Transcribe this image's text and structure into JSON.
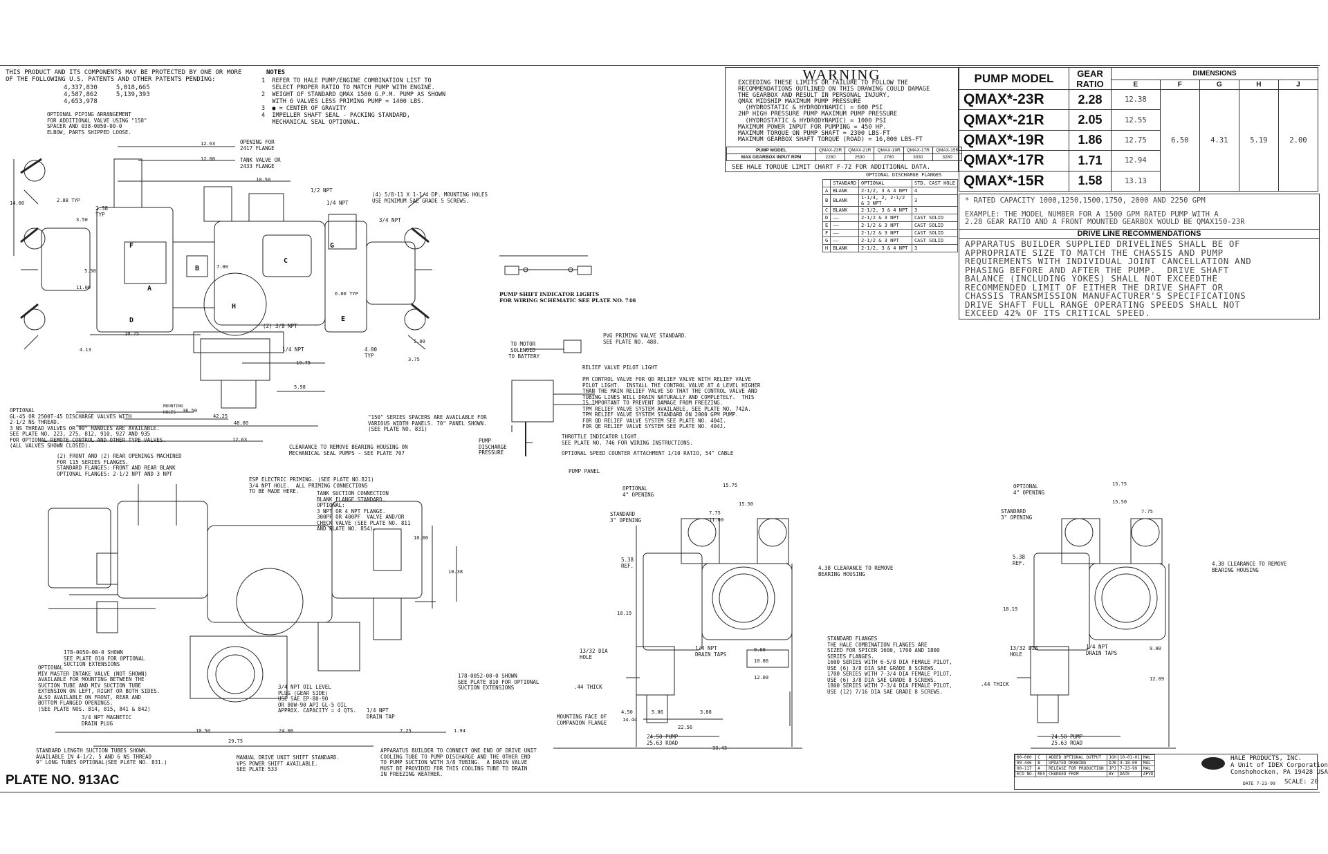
{
  "patent": {
    "text": "THIS PRODUCT AND ITS COMPONENTS MAY BE PROTECTED BY ONE OR MORE\nOF THE FOLLOWING U.S. PATENTS AND OTHER PATENTS PENDING:",
    "numbers": "4,337,830     5,018,665\n4,587,862     5,139,393\n4,653,978"
  },
  "notes": {
    "title": "NOTES",
    "text": "1  REFER TO HALE PUMP/ENGINE COMBINATION LIST TO\n   SELECT PROPER RATIO TO MATCH PUMP WITH ENGINE.\n2  WEIGHT OF STANDARD QMAX 1500 G.P.M. PUMP AS SHOWN\n   WITH 6 VALVES LESS PRIMING PUMP = 1400 LBS.\n3  ● = CENTER OF GRAVITY\n4  IMPELLER SHAFT SEAL - PACKING STANDARD,\n   MECHANICAL SEAL OPTIONAL."
  },
  "warning": {
    "title": "WARNING",
    "text": "EXCEEDING THESE LIMITS OR FAILURE TO FOLLOW THE\nRECOMMENDATIONS OUTLINED ON THIS DRAWING COULD DAMAGE\nTHE GEARBOX AND RESULT IN PERSONAL INJURY.\nQMAX MIDSHIP MAXIMUM PUMP PRESSURE\n  (HYDROSTATIC & HYDRODYNAMIC) = 600 PSI\n2HP HIGH PRESSURE PUMP MAXIMUM PUMP PRESSURE\n  (HYDROSTATIC & HYDRODYNAMIC) = 1000 PSI\nMAXIMUM POWER INPUT FOR PUMPING = 450 HP.\nMAXIMUM TORQUE ON PUMP SHAFT = 2300 LBS-FT\nMAXIMUM GEARBOX SHAFT TORQUE (ROAD) = 16,000 LBS-FT",
    "footer": "SEE HALE TORQUE LIMIT CHART F-72 FOR ADDITIONAL DATA."
  },
  "rpm_table": {
    "headers": [
      "PUMP MODEL",
      "QMAX-23R",
      "QMAX-21R",
      "QMAX-19R",
      "QMAX-17R",
      "QMAX-15R"
    ],
    "row_label": "MAX GEARBOX INPUT RPM",
    "values": [
      "2280",
      "2530",
      "2780",
      "3030",
      "3280"
    ]
  },
  "flanges": {
    "title": "OPTIONAL DISCHARGE FLANGES",
    "headers": [
      "",
      "STANDARD",
      "OPTIONAL",
      "STD. CAST HOLE"
    ],
    "rows": [
      [
        "A",
        "BLANK",
        "2-1/2, 3 & 4 NPT",
        "4"
      ],
      [
        "B",
        "BLANK",
        "1-1/4, 2, 2-1/2\n& 3 NPT",
        "3"
      ],
      [
        "C",
        "BLANK",
        "2-1/2, 3 & 4 NPT",
        "3"
      ],
      [
        "D",
        "——",
        "2-1/2 & 3 NPT",
        "CAST SOLID"
      ],
      [
        "E",
        "——",
        "2-1/2 & 3 NPT",
        "CAST SOLID"
      ],
      [
        "F",
        "——",
        "2-1/2 & 3 NPT",
        "CAST SOLID"
      ],
      [
        "G",
        "——",
        "2-1/2 & 3 NPT",
        "CAST SOLID"
      ],
      [
        "H",
        "BLANK",
        "2-1/2, 3 & 4 NPT",
        "3"
      ]
    ]
  },
  "model_table": {
    "h_model": "PUMP MODEL",
    "h_gear": "GEAR\nRATIO",
    "h_dim": "DIMENSIONS",
    "dim_cols": [
      "E",
      "F",
      "G",
      "H",
      "J"
    ],
    "rows": [
      {
        "model": "QMAX*-23R",
        "gear": "2.28",
        "e": "12.38"
      },
      {
        "model": "QMAX*-21R",
        "gear": "2.05",
        "e": "12.55"
      },
      {
        "model": "QMAX*-19R",
        "gear": "1.86",
        "e": "12.75"
      },
      {
        "model": "QMAX*-17R",
        "gear": "1.71",
        "e": "12.94"
      },
      {
        "model": "QMAX*-15R",
        "gear": "1.58",
        "e": "13.13"
      }
    ],
    "shared": {
      "f": "6.50",
      "g": "4.31",
      "h": "5.19",
      "j": "2.00"
    }
  },
  "rated": "* RATED CAPACITY 1000,1250,1500,1750, 2000 AND 2250 GPM",
  "example": "EXAMPLE: THE MODEL NUMBER FOR A 1500 GPM RATED PUMP WITH A\n2.28 GEAR RATIO AND A FRONT MOUNTED GEARBOX WOULD BE QMAX150-23R",
  "driveline": {
    "title": "DRIVE LINE RECOMMENDATIONS",
    "text": "APPARATUS BUILDER SUPPLIED DRIVELINES SHALL BE OF\nAPPROPRIATE SIZE TO MATCH THE CHASSIS AND PUMP\nREQUIREMENTS WITH INDIVIDUAL JOINT CANCELLATION AND\nPHASING BEFORE AND AFTER THE PUMP.  DRIVE SHAFT\nBALANCE (INCLUDING YOKES) SHALL NOT EXCEEDTHE\nRECOMMENDED LIMIT OF EITHER THE DRIVE SHAFT OR\nCHASSIS TRANSMISSION MANUFACTURER'S SPECIFICATIONS\nDRIVE SHAFT FULL RANGE OPERATING SPEEDS SHALL NOT\nEXCEED 42% OF ITS CRITICAL SPEED."
  },
  "callouts": {
    "piping": "OPTIONAL PIPING ARRANGEMENT\nFOR ADDITIONAL VALVE USING \"158\"\nSPACER AND 038-0050-00-0\nELBOW, PARTS SHIPPED LOOSE.",
    "mounting": "(4) 5/8-11 X 1-1/4 DP. MOUNTING HOLES\nUSE MINIMUM SAE GRADE 5 SCREWS.",
    "discharge": "OPTIONAL\nGL-45 OR 2500T-45 DISCHARGE VALVES WITH\n2-1/2 NS THREAD.\n3 NS THREAD VALVES OR 90° HANDLES ARE AVAILABLE.\nSEE PLATE NO. 223, 275, 812, 910, 927 AND 935\nFOR OPTIONAL REMOTE CONTROL AND OTHER TYPE VALVES.\n(ALL VALVES SHOWN CLOSED).",
    "spacers": "\"150\" SERIES SPACERS ARE AVAILABLE FOR\nVARIOUS WIDTH PANELS. 70\" PANEL SHOWN.\n(SEE PLATE NO. 831)",
    "clearance": "CLEARANCE TO REMOVE BEARING HOUSING ON\nMECHANICAL SEAL PUMPS - SEE PLATE 707",
    "openings": "(2) FRONT AND (2) REAR OPENINGS MACHINED\nFOR 115 SERIES FLANGES.\nSTANDARD FLANGES: FRONT AND REAR BLANK\nOPTIONAL FLANGES: 2-1/2 NPT AND 3 NPT",
    "shift_lights": "PUMP SHIFT INDICATOR LIGHTS\nFOR WIRING SCHEMATIC SEE PLATE NO. 746",
    "pvg": "PVG PRIMING VALVE STANDARD.\nSEE PLATE NO. 480.",
    "relief": "RELIEF VALVE PILOT LIGHT\n\nPM CONTROL VALVE FOR QD RELIEF VALVE WITH RELIEF VALVE\nPILOT LIGHT.  INSTALL THE CONTROL VALVE AT A LEVEL HIGHER\nTHAN THE MAIN RELIEF VALVE SO THAT THE CONTROL VALVE AND\nTUBING LINES WILL DRAIN NATURALLY AND COMPLETELY.  THIS\nIS IMPORTANT TO PREVENT DAMAGE FROM FREEZING.\nTPM RELIEF VALVE SYSTEM AVAILABLE, SEE PLATE NO. 742A.\nTPM RELIEF VALVE SYSTEM STANDARD ON 2000 GPM PUMP.\nFOR QD RELIEF VALVE SYSTEM SEE PLATE NO. 404I.\nFOR QE RELIEF VALVE SYSTEM SEE PLATE NO. 404J.",
    "throttle": "THROTTLE INDICATOR LIGHT.\nSEE PLATE NO. 746 FOR WIRING INSTRUCTIONS.",
    "speed": "OPTIONAL SPEED COUNTER ATTACHMENT 1/10 RATIO, 54\" CABLE",
    "esp": "ESP ELECTRIC PRIMING. (SEE PLATE NO.821)\n3/4 NPT HOLE.  ALL PRIMING CONNECTIONS\nTO BE MADE HERE.",
    "tank_suction": "TANK SUCTION CONNECTION\nBLANK FLANGE STANDARD.\nOPTIONAL:\n3 NPT OR 4 NPT FLANGE.\n300PF OR 400PF  VALVE AND/OR\nCHECK VALVE (SEE PLATE NO. 811\nAND PLATE NO. 854).",
    "suction_tubes": "STANDARD LENGTH SUCTION TUBES SHOWN.\nAVAILABLE IN 4-1/2, 5 AND 6 NS THREAD\n9\" LONG TUBES OPTIONAL(SEE PLATE NO. 831.)",
    "mdv": "OPTIONAL\nMIV MASTER INTAKE VALVE (NOT SHOWN)\nAVAILABLE FOR MOUNTING BETWEEN THE\nSUCTION TUBE AND MIV SUCTION TUBE\nEXTENSION ON LEFT, RIGHT OR BOTH SIDES.\nALSO AVAILABLE ON FRONT, REAR AND\nBOTTOM FLANGED OPENINGS.\n(SEE PLATE NOS. 814, 815, 841 & 842)",
    "magnetic": "3/4 NPT MAGNETIC\nDRAIN PLUG",
    "manual_shift": "MANUAL DRIVE UNIT SHIFT STANDARD.\nVPS POWER SHIFT AVAILABLE.\nSEE PLATE 533",
    "cooling": "APPARATUS BUILDER TO CONNECT ONE END OF DRIVE UNIT\nCOOLING TUBE TO PUMP DISCHARGE AND THE OTHER END\nTO PUMP SUCTION WITH 3/8 TUBING.  A DRAIN VALVE\nMUST BE PROVIDED FOR THIS COOLING TUBE TO DRAIN\nIN FREEZING WEATHER.",
    "oil_level": "3/4 NPT OIL LEVEL\nPLUG (GEAR SIDE)\nUSE SAE EP-80-90\nOR 80W-90 API GL-5 OIL\nAPPROX. CAPACITY = 4 QTS.",
    "tube_2": "178-0052-00-0 SHOWN\nSEE PLATE 810 FOR OPTIONAL\nSUCTION EXTENSIONS",
    "tube_1": "178-0050-00-0 SHOWN\nSEE PLATE 810 FOR OPTIONAL\nSUCTION EXTENSIONS",
    "std_flanges": "STANDARD FLANGES\nTHE HALE COMBINATION FLANGES ARE\nSIZED FOR SPICER 1600, 1700 AND 1800\nSERIES FLANGES.\n1600 SERIES WITH 6-5/8 DIA FEMALE PILOT,\nUSE (6) 3/8 DIA SAE GRADE 8 SCREWS.\n1700 SERIES WITH 7-3/4 DIA FEMALE PILOT,\nUSE (6) 3/8 DIA SAE GRADE 8 SCREWS.\n1800 SERIES WITH 7-3/4 DIA FEMALE PILOT,\nUSE (12) 7/16 DIA SAE GRADE 8 SCREWS.",
    "bearing": "4.38 CLEARANCE TO REMOVE\nBEARING HOUSING"
  },
  "dims": {
    "d1263": "12.63",
    "d1200": "12.00",
    "d1050": "10.50",
    "d288": "2.88 TYP",
    "d238": "2.38\nTYP",
    "d350": "3.50",
    "d1400": "14.00",
    "d550": "5.50",
    "d1100": "11.00",
    "d700": "7.00",
    "d413": "4.13",
    "d1975": "19.75",
    "d598": "5.98",
    "d3650": "36.50",
    "d4225": "42.25",
    "d4800": "48.00",
    "d1263b": "12.63",
    "d400": "4.00\nTYP",
    "d375": "3.75",
    "d500": "5.00",
    "d1075": "10.75",
    "d600": "6.00 TYP",
    "d1000": "10.00",
    "d1038": "10.38",
    "d1050b": "10.50",
    "d2400": "24.00",
    "d2975": "29.75",
    "d725": "7.25",
    "d194": "1.94",
    "d1575": "15.75",
    "d1550": "15.50",
    "d775": "7.75",
    "d1100b": "11.00",
    "d1819": "18.19",
    "d538": "5.38\nREF.",
    "d900": "9.00",
    "d1086": "10.86",
    "d1209": "12.09",
    "d1444": "14.44",
    "d2256": "22.56",
    "d3343": "33.43",
    "d2450": "24.50 PUMP\n25.63 ROAD",
    "d450": "4.50",
    "d506": "5.06",
    "d388": "3.88"
  },
  "labels": {
    "opening_for": "OPENING FOR\n2417 FLANGE",
    "tank_valve": "TANK VALVE OR\n2433 FLANGE",
    "npt_half": "1/2 NPT",
    "npt_quarter": "1/4 NPT",
    "npt_34": "3/4 NPT",
    "npt_38": "(2) 3/8 NPT",
    "npt_14b": "1/4 NPT",
    "mounting_holes": "MOUNTING\nHOLES",
    "to_motor": "TO MOTOR\nSOLENOID",
    "to_battery": "TO BATTERY",
    "pump_pressure": "PUMP\nDISCHARGE\nPRESSURE",
    "pump_panel": "PUMP PANEL",
    "optional4": "OPTIONAL\n4\" OPENING",
    "standard3": "STANDARD\n3\" OPENING",
    "drain_taps": "1/4 NPT\nDRAIN TAPS",
    "dia_hole": "13/32 DIA\nHOLE",
    "thick": ".44 THICK",
    "mounting_face": "MOUNTING FACE OF\nCOMPANION FLANGE",
    "drain_tap": "1/4 NPT\nDRAIN TAP",
    "road": "ROAD",
    "pump": "PUMP"
  },
  "title_block": {
    "company": "HALE PRODUCTS, INC.",
    "division": "A Unit of IDEX Corporation",
    "city": "Conshohocken, PA 19428 USA",
    "revs": [
      [
        "00-000",
        "C",
        "ADDED OPTIONAL OUTPUT",
        "JGH",
        "10-01-01",
        "MAL"
      ],
      [
        "00-446",
        "B",
        "UPDATED DRAWING",
        "DJK",
        "4-18-00",
        "MAL"
      ],
      [
        "00-117",
        "A",
        "RELEASE FOR PRODUCTION",
        "JPJ",
        "7-23-99",
        "MAL"
      ],
      [
        "ECO NO.",
        "REV",
        "CHANGED FROM",
        "BY",
        "DATE",
        "APVD"
      ]
    ],
    "date": "DATE 7-23-99",
    "scale": "SCALE: 20"
  },
  "plate": "PLATE NO. 913AC"
}
